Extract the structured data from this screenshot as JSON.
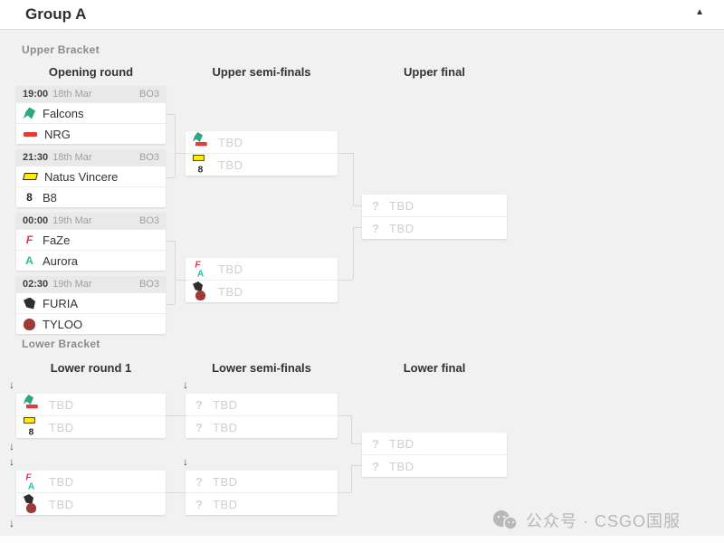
{
  "header": {
    "title": "Group A",
    "collapse_icon": "▲"
  },
  "upper": {
    "section_label": "Upper Bracket",
    "columns": [
      "Opening round",
      "Upper semi-finals",
      "Upper final"
    ],
    "matches": [
      {
        "time": "19:00",
        "date": "18th Mar",
        "format": "BO3",
        "teams": [
          {
            "name": "Falcons"
          },
          {
            "name": "NRG"
          }
        ]
      },
      {
        "time": "21:30",
        "date": "18th Mar",
        "format": "BO3",
        "teams": [
          {
            "name": "Natus Vincere"
          },
          {
            "name": "B8"
          }
        ]
      },
      {
        "time": "00:00",
        "date": "19th Mar",
        "format": "BO3",
        "teams": [
          {
            "name": "FaZe"
          },
          {
            "name": "Aurora"
          }
        ]
      },
      {
        "time": "02:30",
        "date": "19th Mar",
        "format": "BO3",
        "teams": [
          {
            "name": "FURIA"
          },
          {
            "name": "TYLOO"
          }
        ]
      }
    ],
    "semifinals": [
      {
        "slots": [
          {
            "label": "TBD",
            "from": [
              "Falcons",
              "NRG"
            ]
          },
          {
            "label": "TBD",
            "from": [
              "Natus Vincere",
              "B8"
            ]
          }
        ]
      },
      {
        "slots": [
          {
            "label": "TBD",
            "from": [
              "FaZe",
              "Aurora"
            ]
          },
          {
            "label": "TBD",
            "from": [
              "FURIA",
              "TYLOO"
            ]
          }
        ]
      }
    ],
    "final": {
      "slots": [
        {
          "label": "TBD"
        },
        {
          "label": "TBD"
        }
      ]
    }
  },
  "lower": {
    "section_label": "Lower Bracket",
    "columns": [
      "Lower round 1",
      "Lower semi-finals",
      "Lower final"
    ],
    "round1": [
      {
        "slots": [
          {
            "label": "TBD",
            "from": [
              "Falcons",
              "NRG"
            ]
          },
          {
            "label": "TBD",
            "from": [
              "Natus Vincere",
              "B8"
            ]
          }
        ]
      },
      {
        "slots": [
          {
            "label": "TBD",
            "from": [
              "FaZe",
              "Aurora"
            ]
          },
          {
            "label": "TBD",
            "from": [
              "FURIA",
              "TYLOO"
            ]
          }
        ]
      }
    ],
    "semifinals": [
      {
        "slots": [
          {
            "label": "TBD"
          },
          {
            "label": "TBD"
          }
        ]
      },
      {
        "slots": [
          {
            "label": "TBD"
          },
          {
            "label": "TBD"
          }
        ]
      }
    ],
    "final": {
      "slots": [
        {
          "label": "TBD"
        },
        {
          "label": "TBD"
        }
      ]
    }
  },
  "icons": {
    "tbd": "?",
    "drop": "↓"
  },
  "logos": {
    "falcons": {
      "color": "#2fa97c",
      "glyph": ""
    },
    "nrg": {
      "color": "#e23b3b",
      "glyph": ""
    },
    "navi": {
      "color": "#ffee00",
      "glyph": ""
    },
    "b8": {
      "color": "#222222",
      "glyph": "8"
    },
    "faze": {
      "color": "#e0394a",
      "glyph": "F"
    },
    "aurora": {
      "color": "#1fbfa0",
      "glyph": "A"
    },
    "furia": {
      "color": "#2e2e2e",
      "glyph": ""
    },
    "tyloo": {
      "color": "#9c3a3a",
      "glyph": ""
    }
  },
  "watermark": {
    "text": "公众号 · CSGO国服"
  }
}
